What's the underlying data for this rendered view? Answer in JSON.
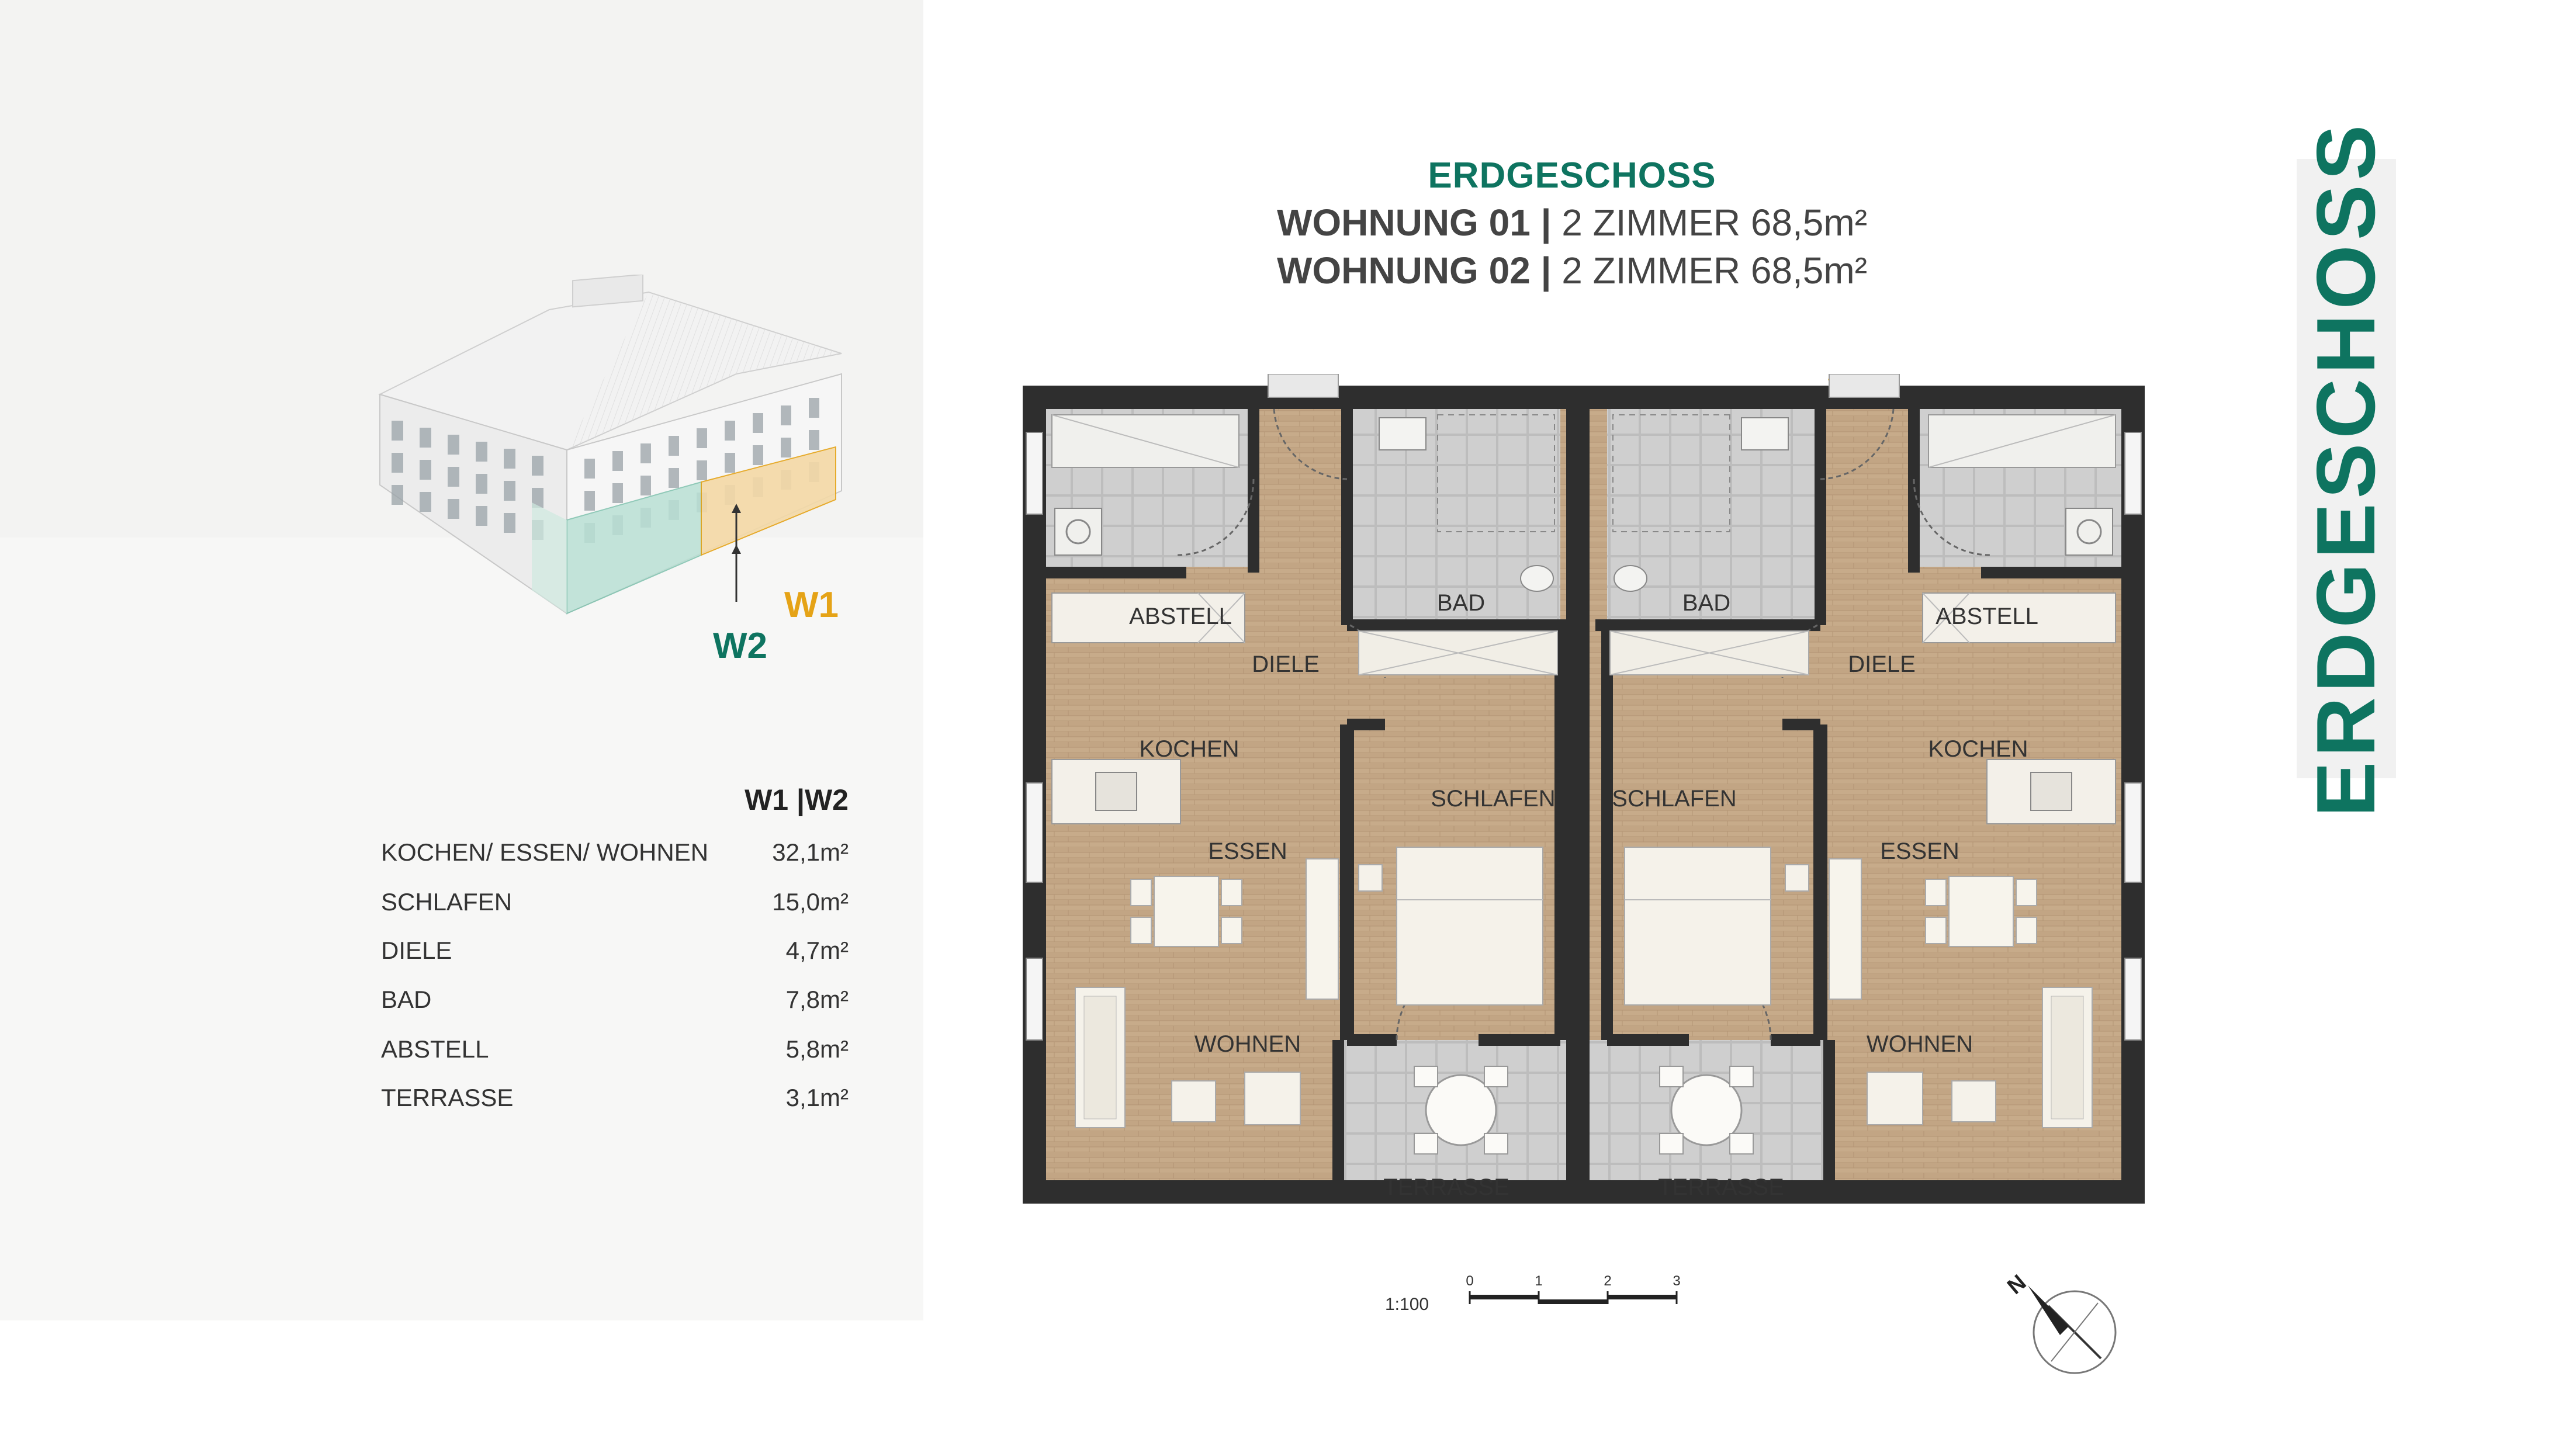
{
  "header": {
    "floor": "ERDGESCHOSS",
    "line1_bold": "WOHNUNG 01 |",
    "line1_rest": " 2 ZIMMER 68,5m²",
    "line2_bold": "WOHNUNG 02 |",
    "line2_rest": " 2 ZIMMER 68,5m²"
  },
  "side_tag": "ERDGESCHOSS",
  "building_labels": {
    "w1": "W1",
    "w2": "W2"
  },
  "entry_labels": {
    "w2": "W2",
    "w1": "W1"
  },
  "area_table": {
    "header": "W1 |W2",
    "rows": [
      {
        "name": "KOCHEN/ ESSEN/ WOHNEN",
        "value": "32,1m²"
      },
      {
        "name": "SCHLAFEN",
        "value": "15,0m²"
      },
      {
        "name": "DIELE",
        "value": "4,7m²"
      },
      {
        "name": "BAD",
        "value": "7,8m²"
      },
      {
        "name": "ABSTELL",
        "value": "5,8m²"
      },
      {
        "name": "TERRASSE",
        "value": "3,1m²"
      }
    ]
  },
  "rooms": {
    "abstell": "ABSTELL",
    "bad": "BAD",
    "diele": "DIELE",
    "kochen": "KOCHEN",
    "essen": "ESSEN",
    "schlafen": "SCHLAFEN",
    "wohnen": "WOHNEN",
    "terrasse": "TERRASSE"
  },
  "scale": {
    "ratio": "1:100",
    "ticks": [
      "0",
      "1",
      "2",
      "3"
    ]
  },
  "compass": {
    "north": "N"
  },
  "colors": {
    "brand_green": "#0e7460",
    "accent_yellow": "#e5a317",
    "floor_wood": "#c9ad8c",
    "tile": "#d3d3d3"
  }
}
